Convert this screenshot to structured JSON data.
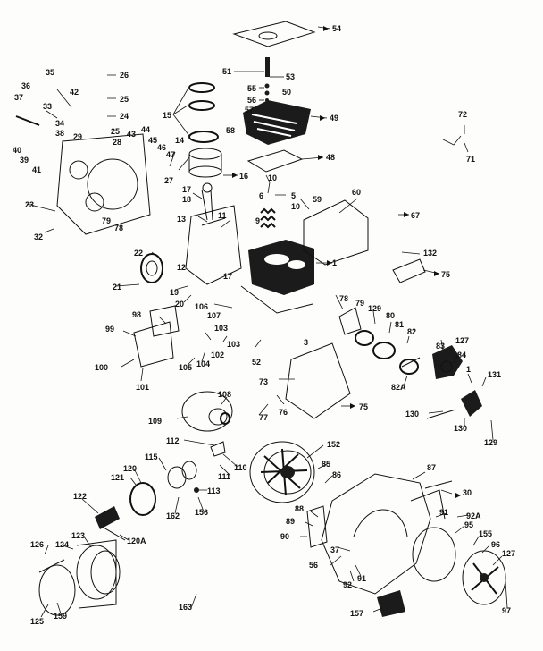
{
  "diagram": {
    "part_numbers": {
      "p54": "54",
      "p51": "51",
      "p53": "53",
      "p55": "55",
      "p50": "50",
      "p56": "56",
      "p57": "57",
      "p58": "58",
      "p49": "49",
      "p48": "48",
      "p26": "26",
      "p25": "25",
      "p24": "24",
      "p35": "35",
      "p36": "36",
      "p37": "37",
      "p42": "42",
      "p33": "33",
      "p34": "34",
      "p38": "38",
      "p40": "40",
      "p39": "39",
      "p41": "41",
      "p29": "29",
      "p28": "28",
      "p43": "43",
      "p44": "44",
      "p45": "45",
      "p46": "46",
      "p47": "47",
      "p14": "14",
      "p15": "15",
      "p16": "16",
      "p27": "27",
      "p23": "23",
      "p32": "32",
      "p79": "79",
      "p78": "78",
      "p17": "17",
      "p18": "18",
      "p13": "13",
      "p11": "11",
      "p10": "10",
      "p6": "6",
      "p5": "5",
      "p59": "59",
      "p60": "60",
      "p67": "67",
      "p72": "72",
      "p71": "71",
      "p9": "9",
      "p22": "22",
      "p12": "12",
      "p21": "21",
      "p19": "19",
      "p20": "20",
      "p106": "106",
      "p107": "107",
      "p1": "1",
      "p132": "132",
      "p75": "75",
      "p76": "76",
      "p129": "129",
      "p80": "80",
      "p81": "81",
      "p82": "82",
      "p82A": "82A",
      "p83": "83",
      "p127": "127",
      "p84": "84",
      "p131": "131",
      "p130": "130",
      "p98": "98",
      "p99": "99",
      "p103": "103",
      "p102": "102",
      "p104": "104",
      "p105": "105",
      "p100": "100",
      "p101": "101",
      "p52": "52",
      "p3": "3",
      "p73": "73",
      "p77": "77",
      "p108": "108",
      "p109": "109",
      "p112": "112",
      "p110": "110",
      "p111": "111",
      "p152": "152",
      "p85": "85",
      "p86": "86",
      "p115": "115",
      "p121": "121",
      "p120": "120",
      "p113": "113",
      "p162": "162",
      "p156": "156",
      "p87": "87",
      "p30": "30",
      "p122": "122",
      "p120A": "120A",
      "p88": "88",
      "p89": "89",
      "p90": "90",
      "p91": "91",
      "p92A": "92A",
      "p95": "95",
      "p155": "155",
      "p96": "96",
      "p126": "126",
      "p124": "124",
      "p123": "123",
      "p92": "92",
      "p97": "97",
      "p125": "125",
      "p159": "159",
      "p163": "163",
      "p157": "157",
      "p1b": "1"
    }
  }
}
